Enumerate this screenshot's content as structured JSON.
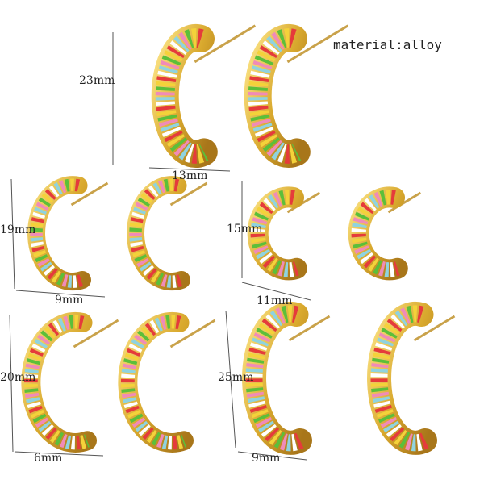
{
  "material": "material:alloy",
  "dimensions": {
    "set1_height": "23mm",
    "set1_width": "13mm",
    "set2_height": "19mm",
    "set2_width": "9mm",
    "set3_height": "15mm",
    "set3_width": "11mm",
    "set4_height": "20mm",
    "set4_width": "6mm",
    "set5_height": "25mm",
    "set5_width": "9mm"
  },
  "colors": {
    "gold": "#d9a92e",
    "stripes": [
      "#e53b3b",
      "#f4d23a",
      "#5cbf3a",
      "#f08bb8",
      "#8fd3e0",
      "#ffffff"
    ]
  }
}
